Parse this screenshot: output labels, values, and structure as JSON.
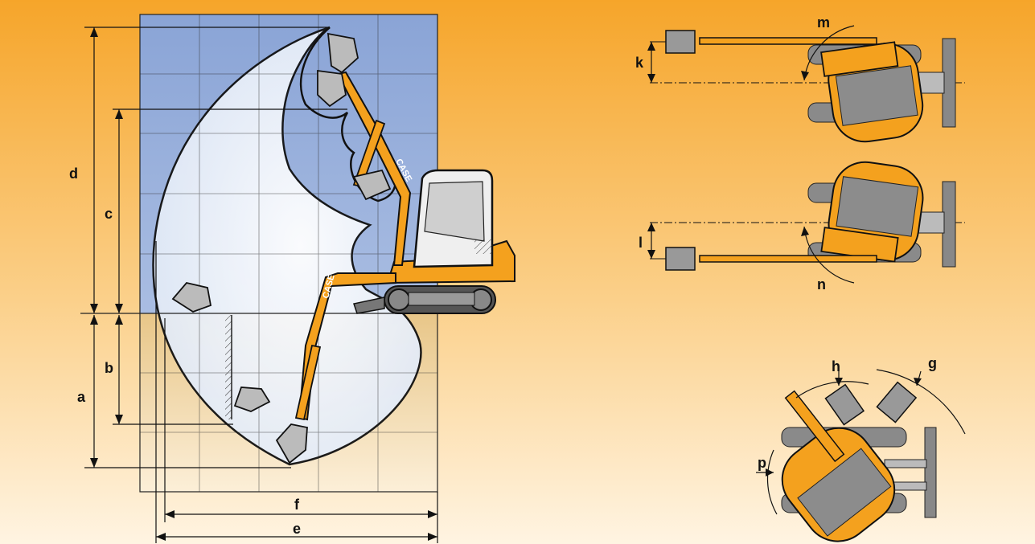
{
  "colors": {
    "background_top": "#f6a52a",
    "background_bottom": "#fff3df",
    "sky_grid": "#8fa9d8",
    "ground_grid": "#e9c98a",
    "machine_orange": "#f4a11e",
    "track_gray": "#8a8a8a",
    "line": "#111111"
  },
  "side_view": {
    "dimension_labels": {
      "a": "a",
      "b": "b",
      "c": "c",
      "d": "d",
      "e": "e",
      "f": "f"
    },
    "brand": "CASE"
  },
  "top_view_upper": {
    "labels": {
      "k": "k",
      "m": "m"
    }
  },
  "top_view_middle": {
    "labels": {
      "l": "l",
      "n": "n"
    }
  },
  "top_view_lower": {
    "labels": {
      "h": "h",
      "g": "g",
      "p": "p"
    }
  }
}
